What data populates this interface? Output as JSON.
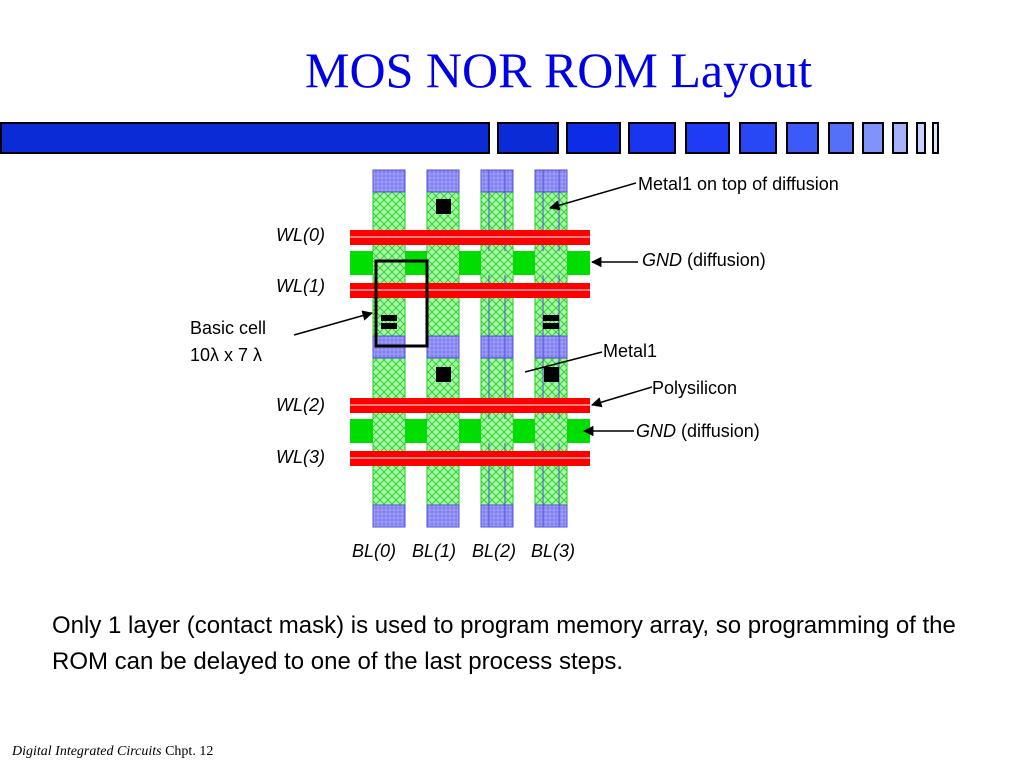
{
  "slide": {
    "title": "MOS NOR ROM Layout",
    "body_text": "Only 1 layer (contact mask) is used to program memory array, so programming of the ROM can be delayed to one of the last process steps.",
    "footer_title": "Digital Integrated Circuits",
    "footer_chapter": "Chpt. 12"
  },
  "labels": {
    "word_lines": [
      "WL(0)",
      "WL(1)",
      "WL(2)",
      "WL(3)"
    ],
    "bit_lines": [
      "BL(0)",
      "BL(1)",
      "BL(2)",
      "BL(3)"
    ],
    "metal1_on_diffusion": "Metal1 on top of diffusion",
    "gnd": "GND",
    "diffusion_suffix": "(diffusion)",
    "basic_cell_line1": "Basic cell",
    "basic_cell_line2": "10λ x 7 λ",
    "metal1": "Metal1",
    "polysilicon": "Polysilicon"
  },
  "colors": {
    "title": "#0000e6",
    "polysilicon": "#ff0000",
    "diffusion": "#00dd00",
    "metal1": "#7f7fef",
    "contact": "#000000"
  }
}
